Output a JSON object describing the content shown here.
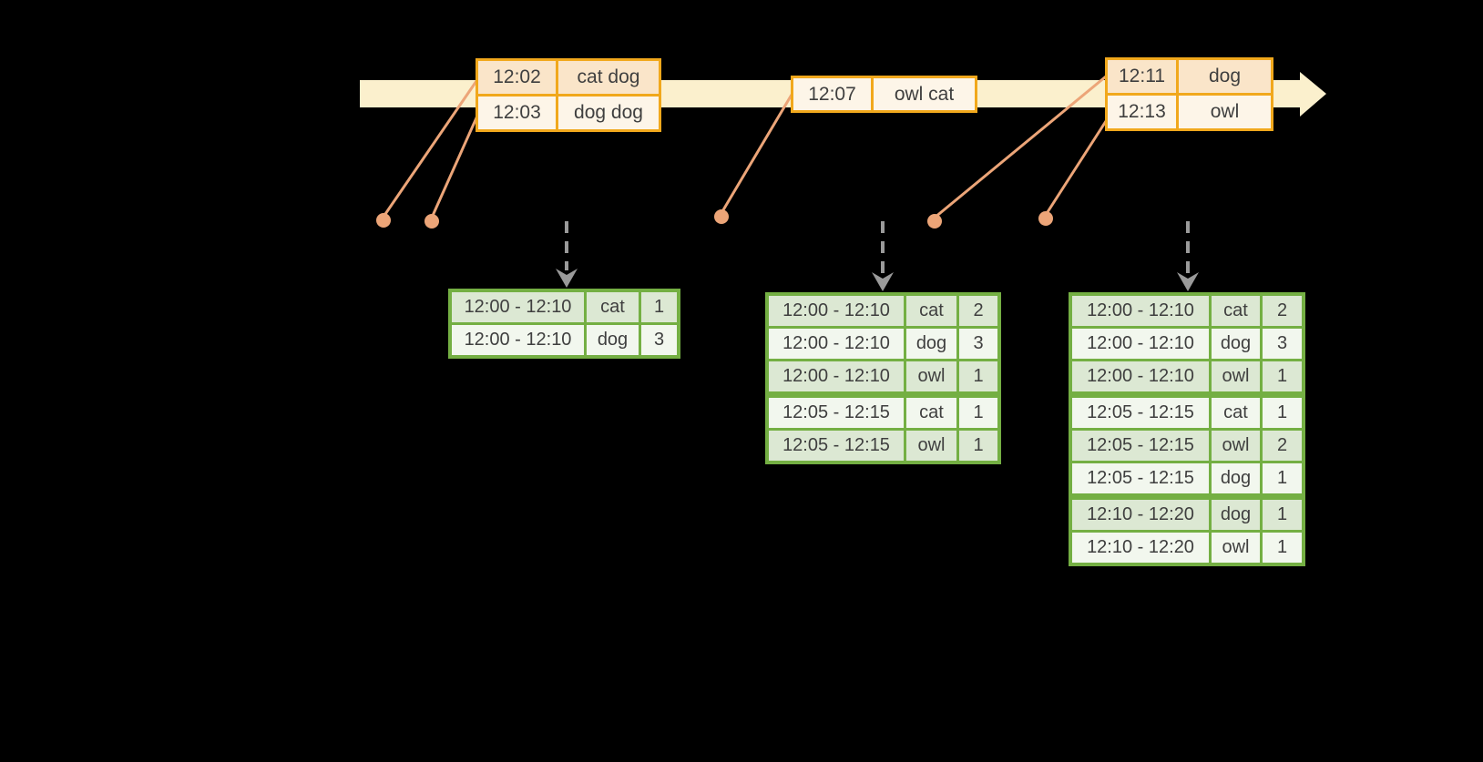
{
  "colors": {
    "background": "#000000",
    "stream": "#FBF0CD",
    "orange": "#F1A81C",
    "peach": "#FAE5C9",
    "cream": "#FDF5E8",
    "connector": "#ECA578",
    "gray": "#9A9A9A",
    "green": "#74AF43",
    "sage": "#DCE8D3",
    "mint": "#F2F7EE",
    "text": "#3F3F3F"
  },
  "event_tables": [
    {
      "rows": [
        {
          "time": "12:02",
          "words": "cat dog"
        },
        {
          "time": "12:03",
          "words": "dog dog"
        }
      ]
    },
    {
      "rows": [
        {
          "time": "12:07",
          "words": "owl cat"
        }
      ]
    },
    {
      "rows": [
        {
          "time": "12:11",
          "words": "dog"
        },
        {
          "time": "12:13",
          "words": "owl"
        }
      ]
    }
  ],
  "result_tables": [
    {
      "rows": [
        {
          "window": "12:00 - 12:10",
          "word": "cat",
          "count": "1"
        },
        {
          "window": "12:00 - 12:10",
          "word": "dog",
          "count": "3"
        }
      ]
    },
    {
      "rows": [
        {
          "window": "12:00 - 12:10",
          "word": "cat",
          "count": "2"
        },
        {
          "window": "12:00 - 12:10",
          "word": "dog",
          "count": "3"
        },
        {
          "window": "12:00 - 12:10",
          "word": "owl",
          "count": "1"
        },
        {
          "window": "12:05 - 12:15",
          "word": "cat",
          "count": "1"
        },
        {
          "window": "12:05 - 12:15",
          "word": "owl",
          "count": "1"
        }
      ]
    },
    {
      "rows": [
        {
          "window": "12:00 - 12:10",
          "word": "cat",
          "count": "2"
        },
        {
          "window": "12:00 - 12:10",
          "word": "dog",
          "count": "3"
        },
        {
          "window": "12:00 - 12:10",
          "word": "owl",
          "count": "1"
        },
        {
          "window": "12:05 - 12:15",
          "word": "cat",
          "count": "1"
        },
        {
          "window": "12:05 - 12:15",
          "word": "owl",
          "count": "2"
        },
        {
          "window": "12:05 - 12:15",
          "word": "dog",
          "count": "1"
        },
        {
          "window": "12:10 - 12:20",
          "word": "dog",
          "count": "1"
        },
        {
          "window": "12:10 - 12:20",
          "word": "owl",
          "count": "1"
        }
      ]
    }
  ]
}
